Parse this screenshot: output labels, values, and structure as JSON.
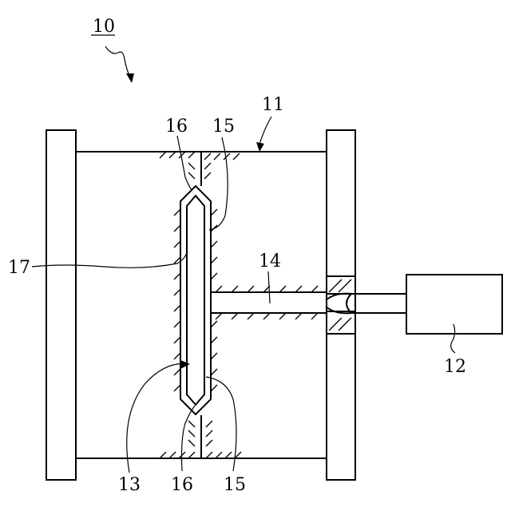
{
  "labels": {
    "assembly": "10",
    "mold": "11",
    "injector": "12",
    "cavity": "13",
    "runner": "14",
    "insert_lower": "15",
    "insert_upper": "15",
    "vent_upper": "16",
    "vent_lower": "16",
    "gap": "17"
  }
}
